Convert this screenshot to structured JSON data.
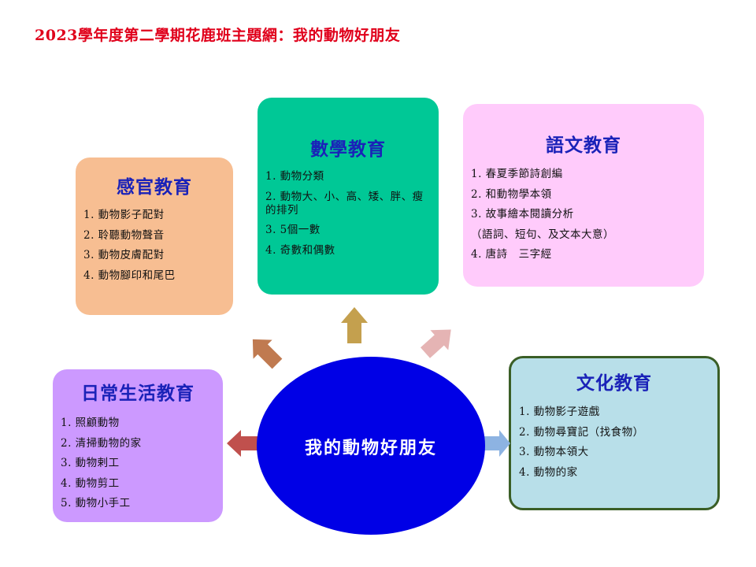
{
  "title": "2023學年度第二學期花鹿班主題網：我的動物好朋友",
  "center": "我的動物好朋友",
  "boxes": {
    "sensory": {
      "title": "感官教育",
      "items": [
        "1. 動物影子配對",
        "2. 聆聽動物聲音",
        "3. 動物皮膚配對",
        "4. 動物腳印和尾巴"
      ]
    },
    "math": {
      "title": "數學教育",
      "items": [
        "1. 動物分類",
        "2. 動物大、小、高、矮、胖、瘦的排列",
        "3. 5個一數",
        "4. 奇數和偶數"
      ]
    },
    "language": {
      "title": "語文教育",
      "items": [
        "1. 春夏季節詩創編",
        "2. 和動物學本領",
        "3. 故事繪本閱讀分析",
        "（語詞、短句、及文本大意）",
        "4. 唐詩　三字經"
      ]
    },
    "daily": {
      "title": "日常生活教育",
      "items": [
        "1. 照顧動物",
        "2. 清掃動物的家",
        "3. 動物剌工",
        "4. 動物剪工",
        "5. 動物小手工"
      ]
    },
    "culture": {
      "title": "文化教育",
      "items": [
        "1. 動物影子遊戲",
        "2. 動物尋寶記（找食物）",
        "3. 動物本領大",
        "4. 動物的家"
      ]
    }
  },
  "colors": {
    "title_red": "#e0001b",
    "heading_blue": "#1a22b8",
    "center_blue": "#0000e6",
    "sensory_bg": "#f7be92",
    "math_bg": "#00c896",
    "language_bg": "#ffcbfb",
    "daily_bg": "#cc99ff",
    "culture_bg": "#b8dfe9",
    "arrow_sensory": "#c07a50",
    "arrow_math": "#c4a04e",
    "arrow_language": "#e5b4b4",
    "arrow_daily": "#c0504d",
    "arrow_culture": "#8db3e2"
  }
}
